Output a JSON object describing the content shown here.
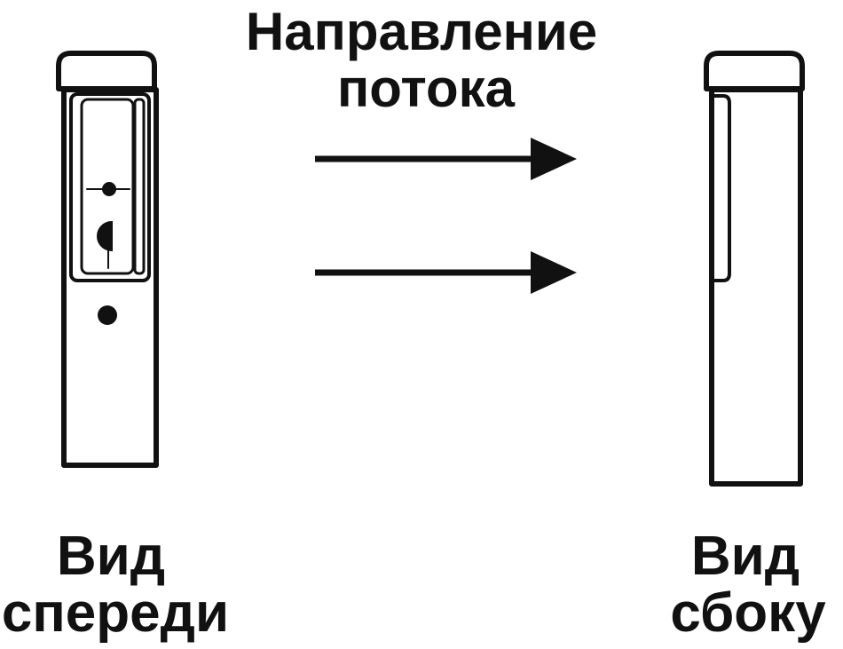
{
  "labels": {
    "flow_direction_line1": "Направление",
    "flow_direction_line2": "потока",
    "front_view_line1": "Вид",
    "front_view_line2": "спереди",
    "side_view_line1": "Вид",
    "side_view_line2": "сбоку"
  },
  "colors": {
    "stroke": "#111111",
    "background": "#ffffff"
  }
}
